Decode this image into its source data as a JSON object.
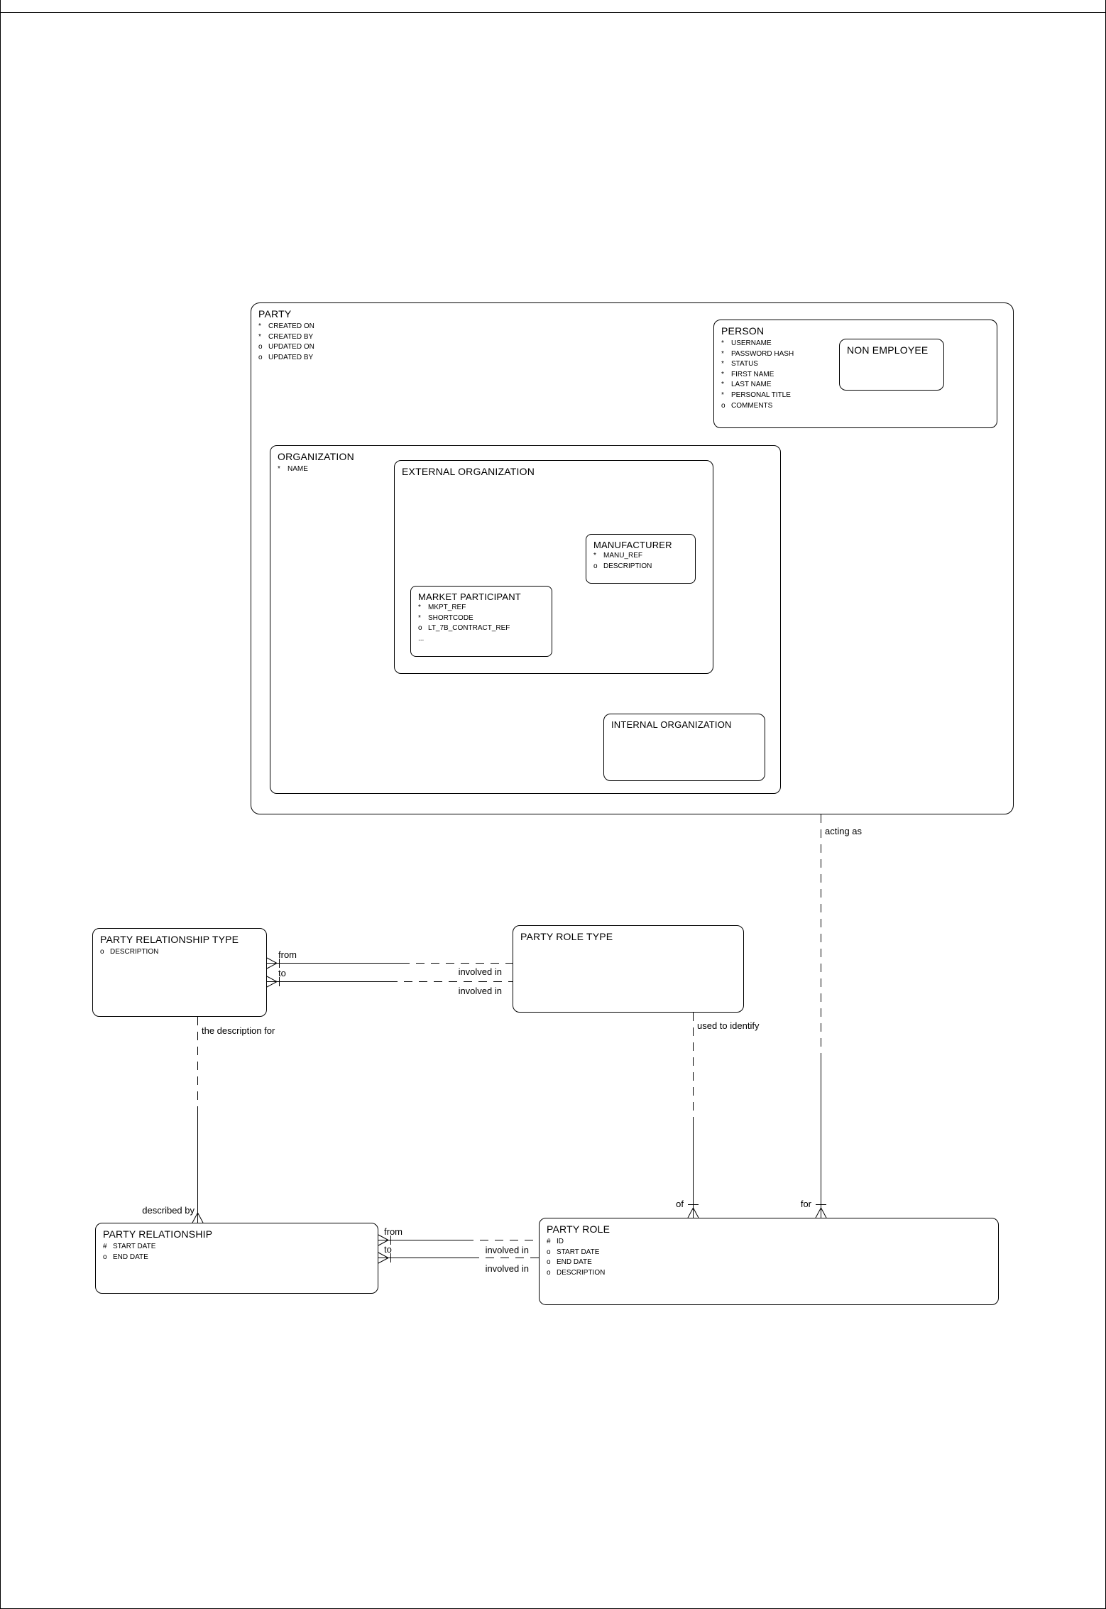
{
  "entities": {
    "party": {
      "title": "PARTY",
      "attributes": [
        {
          "prefix": "*",
          "name": "CREATED ON"
        },
        {
          "prefix": "*",
          "name": "CREATED BY"
        },
        {
          "prefix": "o",
          "name": "UPDATED ON"
        },
        {
          "prefix": "o",
          "name": "UPDATED BY"
        }
      ]
    },
    "person": {
      "title": "PERSON",
      "attributes": [
        {
          "prefix": "*",
          "name": "USERNAME"
        },
        {
          "prefix": "*",
          "name": "PASSWORD HASH"
        },
        {
          "prefix": "*",
          "name": "STATUS"
        },
        {
          "prefix": "*",
          "name": "FIRST NAME"
        },
        {
          "prefix": "*",
          "name": "LAST NAME"
        },
        {
          "prefix": "*",
          "name": "PERSONAL TITLE"
        },
        {
          "prefix": "o",
          "name": "COMMENTS"
        }
      ]
    },
    "non_employee": {
      "title": "NON EMPLOYEE",
      "attributes": []
    },
    "organization": {
      "title": "ORGANIZATION",
      "attributes": [
        {
          "prefix": "*",
          "name": "NAME"
        }
      ]
    },
    "external_organization": {
      "title": "EXTERNAL ORGANIZATION",
      "attributes": []
    },
    "manufacturer": {
      "title": "MANUFACTURER",
      "attributes": [
        {
          "prefix": "*",
          "name": "MANU_REF"
        },
        {
          "prefix": "o",
          "name": "DESCRIPTION"
        }
      ]
    },
    "market_participant": {
      "title": "MARKET PARTICIPANT",
      "attributes": [
        {
          "prefix": "*",
          "name": "MKPT_REF"
        },
        {
          "prefix": "*",
          "name": "SHORTCODE"
        },
        {
          "prefix": "o",
          "name": "LT_7B_CONTRACT_REF"
        },
        {
          "prefix": "...",
          "name": ""
        }
      ]
    },
    "internal_organization": {
      "title": "INTERNAL ORGANIZATION",
      "attributes": []
    },
    "party_relationship_type": {
      "title": "PARTY RELATIONSHIP TYPE",
      "attributes": [
        {
          "prefix": "o",
          "name": "DESCRIPTION"
        }
      ]
    },
    "party_role_type": {
      "title": "PARTY ROLE TYPE",
      "attributes": []
    },
    "party_relationship": {
      "title": "PARTY RELATIONSHIP",
      "attributes": [
        {
          "prefix": "#",
          "name": "START DATE"
        },
        {
          "prefix": "o",
          "name": "END DATE"
        }
      ]
    },
    "party_role": {
      "title": "PARTY ROLE",
      "attributes": [
        {
          "prefix": "#",
          "name": "ID"
        },
        {
          "prefix": "o",
          "name": "START DATE"
        },
        {
          "prefix": "o",
          "name": "END DATE"
        },
        {
          "prefix": "o",
          "name": "DESCRIPTION"
        }
      ]
    }
  },
  "relationship_labels": {
    "from": "from",
    "to": "to",
    "involved_in": "involved in",
    "acting_as": "acting as",
    "for": "for",
    "of": "of",
    "used_to_identify": "used to identify",
    "the_description_for": "the description for",
    "described_by": "described by"
  }
}
